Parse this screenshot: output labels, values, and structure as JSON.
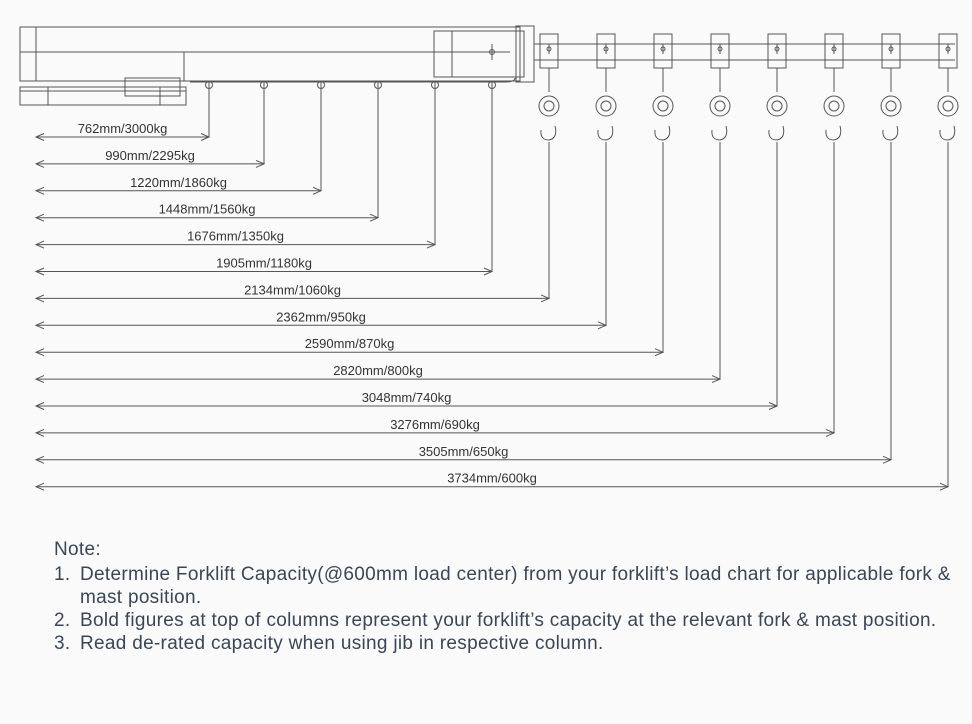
{
  "diagram": {
    "line_color": "#555555",
    "label_color": "#333333",
    "positions": [
      {
        "label": "762mm/3000kg"
      },
      {
        "label": "990mm/2295kg"
      },
      {
        "label": "1220mm/1860kg"
      },
      {
        "label": "1448mm/1560kg"
      },
      {
        "label": "1676mm/1350kg"
      },
      {
        "label": "1905mm/1180kg"
      },
      {
        "label": "2134mm/1060kg"
      },
      {
        "label": "2362mm/950kg"
      },
      {
        "label": "2590mm/870kg"
      },
      {
        "label": "2820mm/800kg"
      },
      {
        "label": "3048mm/740kg"
      },
      {
        "label": "3276mm/690kg"
      },
      {
        "label": "3505mm/650kg"
      },
      {
        "label": "3734mm/600kg"
      }
    ]
  },
  "notes": {
    "title": "Note:",
    "color": "#3a4656",
    "items": [
      {
        "num": "1.",
        "text": "Determine Forklift Capacity(@600mm load center) from your forklift’s load chart for applicable fork & mast position."
      },
      {
        "num": "2.",
        "text": "Bold figures at top of columns represent your forklift’s capacity at the relevant fork & mast position."
      },
      {
        "num": "3.",
        "text": "Read de-rated capacity when using jib in respective column."
      }
    ]
  }
}
